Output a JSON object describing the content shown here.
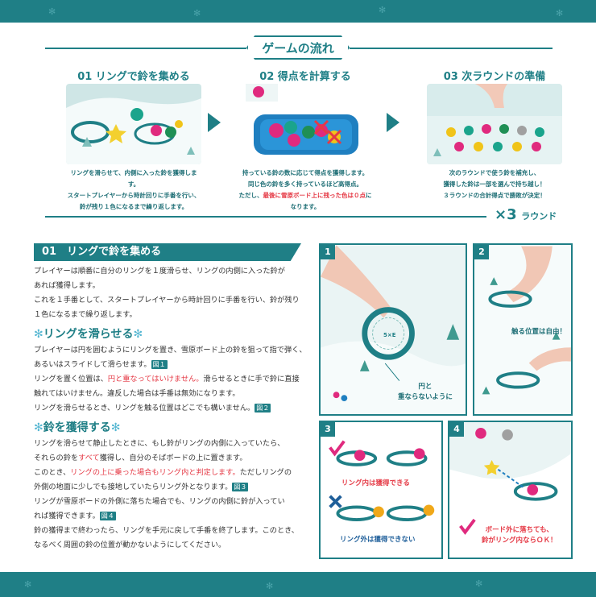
{
  "header": {
    "title": "ゲームの流れ"
  },
  "steps": [
    {
      "title": "01 リングで鈴を集める",
      "lines": [
        "リングを滑らせて、内側に入った鈴を獲得します。",
        "スタートプレイヤーから時計回りに手番を行い、",
        "鈴が残り１色になるまで繰り返します。"
      ]
    },
    {
      "title": "02  得点を計算する",
      "lines": [
        "持っている鈴の数に応じて得点を獲得します。",
        "同じ色の鈴を多く持っているほど高得点。"
      ],
      "line3_pre": "ただし、",
      "line3_red": "最後に雪原ボード上に残った色は０点",
      "line3_post": "になります。"
    },
    {
      "title": "03 次ラウンドの準備",
      "lines": [
        "次のラウンドで使う鈴を補充し、",
        "獲得した鈴は一部を選んで持ち越し！",
        "３ラウンドの合計得点で勝敗が決定！"
      ]
    }
  ],
  "rounds": {
    "x": "×",
    "n": "3",
    "label": "ラウンド"
  },
  "section": {
    "heading": "01　リングで鈴を集める",
    "intro1": "プレイヤーは順番に自分のリングを１度滑らせ、リングの内側に入った鈴が",
    "intro2": "あれば獲得します。",
    "intro3": "これを１手番として、スタートプレイヤーから時計回りに手番を行い、鈴が残り",
    "intro4": "１色になるまで繰り返します。",
    "sub1": "リングを滑らせる",
    "s1_l1": "プレイヤーは円を囲むようにリングを置き、雪原ボード上の鈴を狙って指で弾く、",
    "s1_l2": "あるいはスライドして滑らせます。",
    "s1_fig1": "図１",
    "s1_l3_pre": "リングを置く位置は、",
    "s1_l3_red": "円と重なってはいけません。",
    "s1_l3_post": "滑らせるときに手で鈴に直接",
    "s1_l4": "触れてはいけません。違反した場合は手番は無効になります。",
    "s1_l5": "リングを滑らせるとき、リングを触る位置はどこでも構いません。",
    "s1_fig2": "図２",
    "sub2": "鈴を獲得する",
    "s2_l1": "リングを滑らせて静止したときに、もし鈴がリングの内側に入っていたら、",
    "s2_l2_pre": "それらの鈴を",
    "s2_l2_red": "すべて",
    "s2_l2_post": "獲得し、自分のそばボードの上に置きます。",
    "s2_l3_pre": "このとき、",
    "s2_l3_red": "リングの上に乗った場合もリング内と判定します。",
    "s2_l3_post": "ただしリングの",
    "s2_l4": "外側の地面に少しでも接地していたらリング外となります。",
    "s2_fig3": "図３",
    "s2_l5": "リングが雪原ボードの外側に落ちた場合でも、リングの内側に鈴が入ってい",
    "s2_l6": "れば獲得できます。",
    "s2_fig4": "図４",
    "s2_l7": "鈴の獲得まで終わったら、リングを手元に戻して手番を終了します。このとき、",
    "s2_l8": "なるべく周囲の鈴の位置が動かないようにしてください。"
  },
  "panels": {
    "p1": {
      "num": "1",
      "cap1": "円と",
      "cap2": "重ならないように",
      "ring_text": "5×E"
    },
    "p2": {
      "num": "2",
      "cap": "触る位置は自由！"
    },
    "p3": {
      "num": "3",
      "ok": "リング内は獲得できる",
      "ng": "リング外は獲得できない"
    },
    "p4": {
      "num": "4",
      "cap1": "ボード外に落ちても、",
      "cap2": "鈴がリング内ならＯＫ！"
    }
  },
  "colors": {
    "teal": "#1f7f86",
    "red": "#e53945",
    "snow": "#e8f4f4"
  }
}
